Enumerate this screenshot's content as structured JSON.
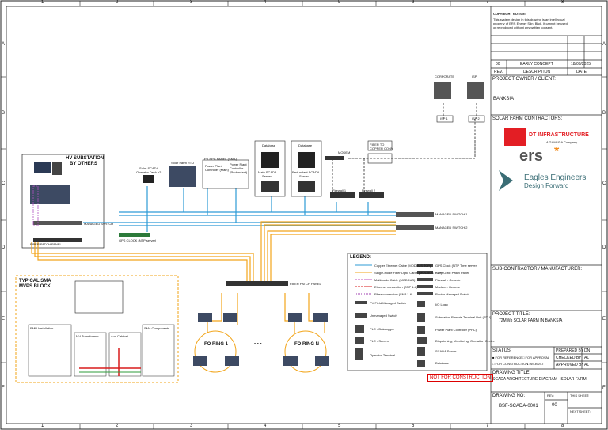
{
  "grid": {
    "columns": [
      "1",
      "2",
      "3",
      "4",
      "5",
      "6",
      "7",
      "8"
    ],
    "rows": [
      "A",
      "B",
      "C",
      "D",
      "E",
      "F"
    ]
  },
  "title_block": {
    "copyright_title": "COPYRIGHT NOTICE:",
    "copyright_text": [
      "This system design in this drawing is an intellectual",
      "property of ERS Energy Sdn. Bhd.. It cannot be used",
      "or reproduced without any written consent."
    ],
    "revision": {
      "rev": "00",
      "description": "EARLY CONCEPT",
      "date": "18/03/2025"
    },
    "revision_headers": {
      "rev": "REV.",
      "description": "DESCRIPTION",
      "date": "DATE"
    },
    "owner_label": "PROJECT OWNER / CLIENT:",
    "owner_value": "BANKSIA",
    "contractors_label": "SOLAR FARM CONTRACTORS:",
    "logo_dt_text": "DT INFRASTRUCTURE",
    "logo_dt_sub": "A GAMUDA Company",
    "logo_ers": "ers",
    "logo_eagles_1": "Eagles Engineers",
    "logo_eagles_2": "Design Forward",
    "subcontractor_label": "SUB-CONTRACTOR / MANUFACTURER:",
    "project_title_label": "PROJECT TITLE:",
    "project_title_value": "72MWp SOLAR FARM IN BANKSIA",
    "status_label": "STATUS:",
    "status_options": [
      "FOR REFERENCE",
      "FOR APPROVAL",
      "FOR CONSTRUCTION",
      "AS-BUILT"
    ],
    "prepared_by": "PREPARED BY",
    "prepared_val": "DN",
    "checked_by": "CHECKED BY",
    "checked_val": "AL",
    "approved_by": "APPROVED BY",
    "approved_val": "AL",
    "drawing_title_label": "DRAWING TITLE:",
    "drawing_title_value": "SCADA ARCHITECTURE DIAGRAM - SOLAR FARM",
    "drawing_no_label": "DRAWING NO:",
    "drawing_no_value": "BSF-SCADA-0001",
    "rev_label": "REV:",
    "rev_value": "00",
    "this_sheet": "THIS SHEET:",
    "next_sheet": "NEXT SHEET:"
  },
  "diagram": {
    "hv_substation": [
      "HV SUBSTATION",
      "BY OTHERS"
    ],
    "managed_switch": "MANAGED SWITCH",
    "fiber_patch_panel": "FIBER PATCH PANEL",
    "scada_operator": [
      "Solar SCADA",
      "Operator Desk x2"
    ],
    "solar_farm_rtu": "Solar Farm RTU",
    "ppc_panel": "PV PPC PANEL (SMA)",
    "ppc_main": [
      "Power Plant",
      "Controller (Main)"
    ],
    "ppc_redundant": [
      "Power Plant",
      "Controller",
      "(Redundant)"
    ],
    "database_1": "Database",
    "database_2": "Database",
    "main_scada": [
      "Main SCADA",
      "Server"
    ],
    "redundant_scada": [
      "Redundant SCADA",
      "Server"
    ],
    "gps_clock": "GPS CLOCK (NTP server)",
    "modem": "MODEM",
    "fiber_conv": [
      "FIBER TO",
      "COPPER CONV."
    ],
    "firewall_1": "Firewall 1",
    "firewall_2": "Firewall 2",
    "corporate": "CORPORATE",
    "isp": "ISP",
    "isp_1": "ISP 1",
    "isp_2": "ISP 2",
    "managed_switch_1": "MANAGED SWITCH 1",
    "managed_switch_2": "MANAGED SWITCH 2",
    "fiber_patch_panel_2": "FIBER PATCH PANEL",
    "fo_ring_1": "FO RING 1",
    "fo_ring_n": "FO RING N",
    "dots": "• • •",
    "mvps_title": [
      "TYPICAL SMA",
      "MVPS BLOCK"
    ],
    "mvps_sections": [
      "RMU Installation",
      "MV Transformer",
      "Aux Cabinet",
      "SMA Components"
    ],
    "not_for_construction": "NOT FOR CONSTRUCTION"
  },
  "legend": {
    "title": "LEGEND:",
    "items": [
      "Copper Ethernet Cable (MODBUS TCP)",
      "Single-Mode Fiber Optic Cable (MODBUS TCP)",
      "Multimode Cable (MODBUS)",
      "Ethernet connection (SNP 1-6)",
      "Fiber connection (SNP 1-6)",
      "PV Field Managed Switch",
      "Unmanaged Switch",
      "PLC - Datalogger",
      "PLC - Screen",
      "Operator Terminal",
      "GPS Clock (NTP Time server)",
      "Fiber Optic Patch Panel",
      "Firewall - Generic",
      "Modem - Generic",
      "Router Managed Switch",
      "I/O Logic",
      "Substation Remote Terminal Unit (RTU)",
      "Power Plant Controller (PPC)",
      "Dispatching, Monitoring, Operation Centre",
      "SCADA Server",
      "Database"
    ]
  }
}
